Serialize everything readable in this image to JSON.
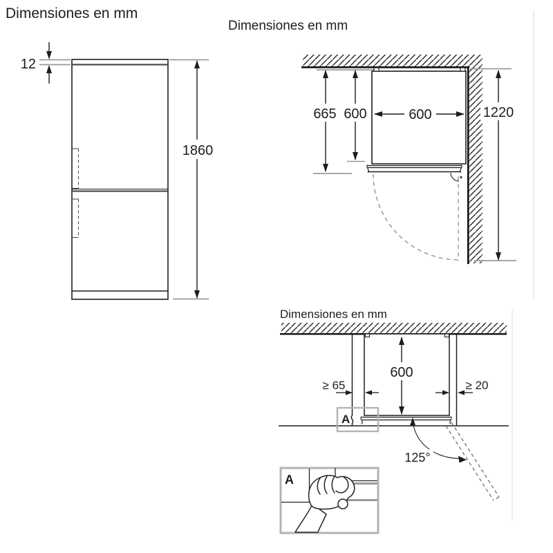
{
  "front_view": {
    "title": "Dimensiones en mm",
    "dim_top_gap": "12",
    "dim_height": "1860"
  },
  "top_view": {
    "title": "Dimensiones en mm",
    "dim_depth_total": "665",
    "dim_depth_body": "600",
    "dim_width": "600",
    "dim_wall_span": "1220"
  },
  "niche_view": {
    "title": "Dimensiones en mm",
    "dim_clearance_left": "≥ 65",
    "dim_depth": "600",
    "dim_clearance_right": "≥ 20",
    "dim_door_angle": "125°",
    "detail_marker": "A"
  },
  "detail_inset": {
    "label": "A"
  },
  "colors": {
    "line": "#1d1d1d",
    "panel_line": "#444444",
    "dim_gray": "#9a9a9a",
    "frame_gray": "#b3b3b3",
    "dash_gray": "#8a8a8a",
    "faint_edge": "#ececec"
  }
}
